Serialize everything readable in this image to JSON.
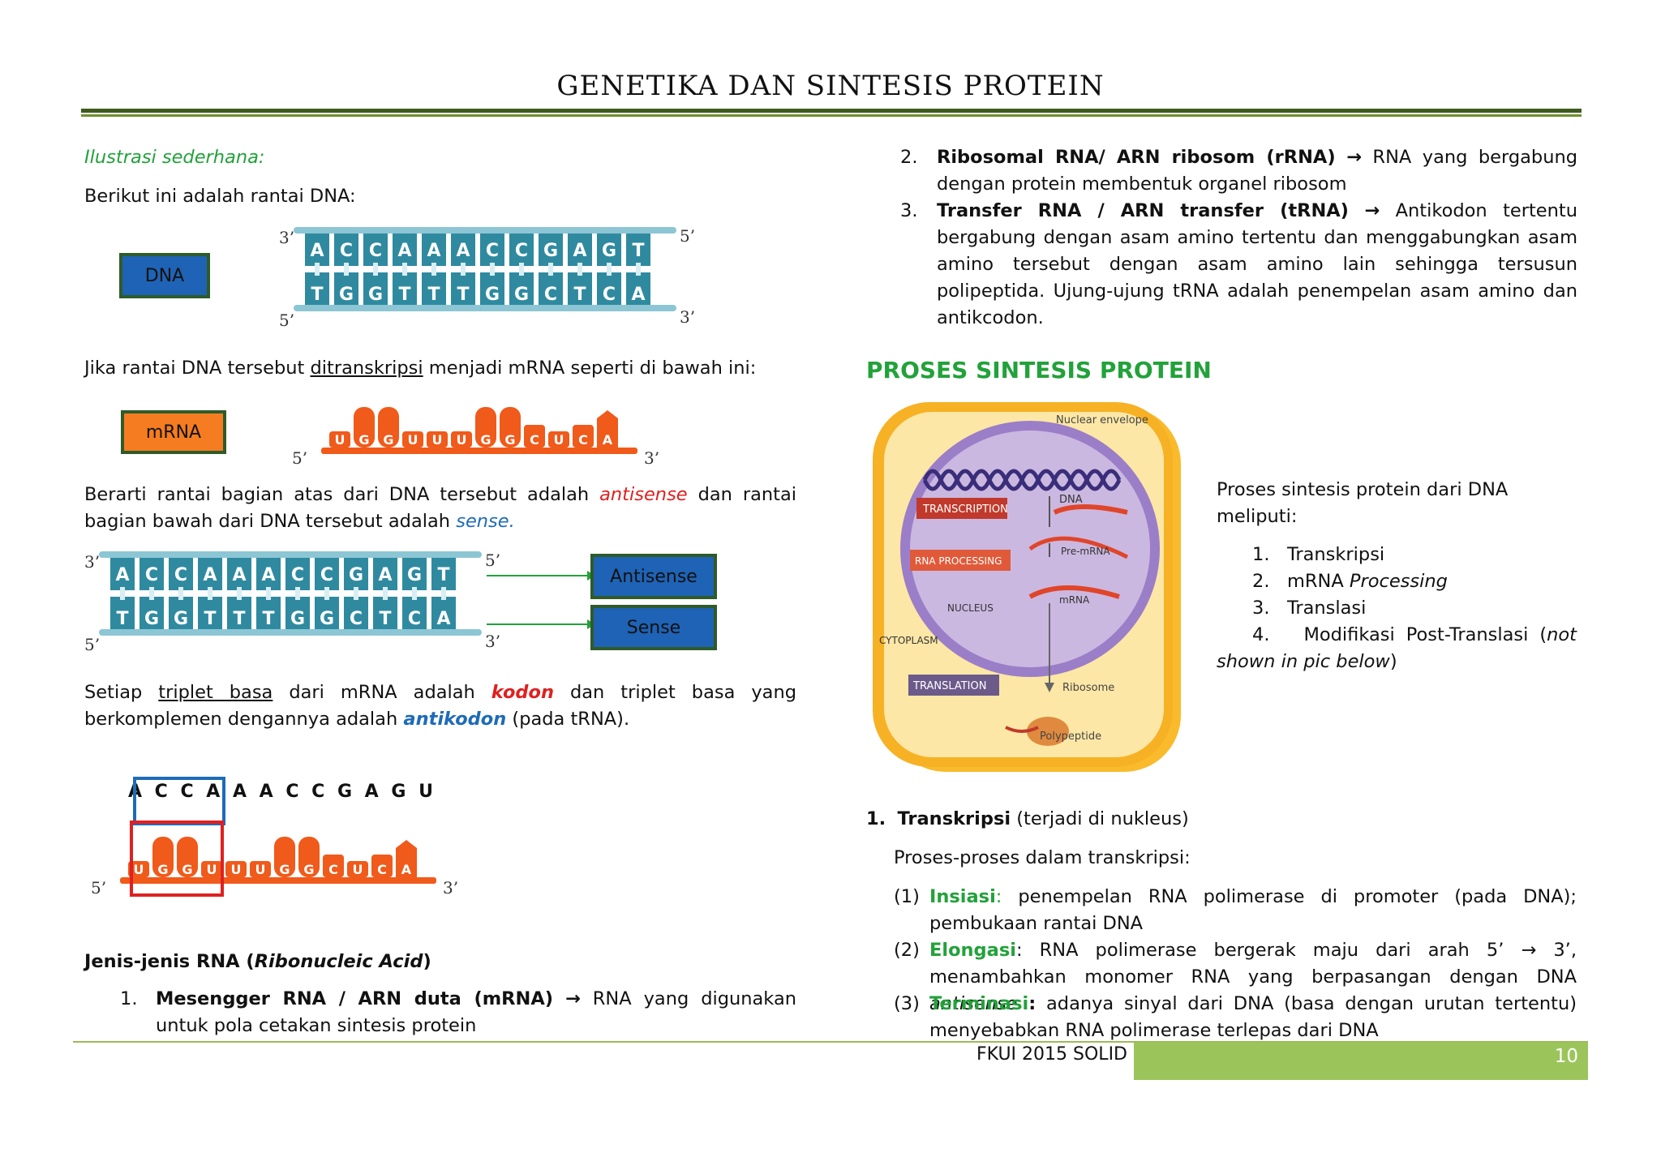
{
  "header": {
    "title": "GENETIKA DAN SINTESIS PROTEIN"
  },
  "left": {
    "ilustrasi": "Ilustrasi sederhana",
    "ilustrasi_colon": ":",
    "berikut": "Berikut ini adalah rantai DNA:",
    "dna_label": "DNA",
    "dna_top": [
      "A",
      "C",
      "C",
      "A",
      "A",
      "A",
      "C",
      "C",
      "G",
      "A",
      "G",
      "T"
    ],
    "dna_bottom": [
      "T",
      "G",
      "G",
      "T",
      "T",
      "T",
      "G",
      "G",
      "C",
      "T",
      "C",
      "A"
    ],
    "end3": "3’",
    "end5": "5’",
    "jika_pre": "Jika rantai DNA tersebut ",
    "jika_u": "ditranskripsi",
    "jika_post": " menjadi mRNA seperti di bawah ini:",
    "mrna_label": "mRNA",
    "mrna_bases": [
      "U",
      "G",
      "G",
      "U",
      "U",
      "U",
      "G",
      "G",
      "C",
      "U",
      "C",
      "A"
    ],
    "berarti_1": "Berarti rantai bagian atas dari DNA tersebut adalah ",
    "antisense_word": "antisense",
    "berarti_2": " dan rantai bagian bawah dari DNA tersebut adalah ",
    "sense_word": "sense.",
    "antisense_label": "Antisense",
    "sense_label": "Sense",
    "setiap_1": "Setiap ",
    "triplet_basa": "triplet basa",
    "setiap_2": " dari mRNA adalah ",
    "kodon": "kodon",
    "setiap_3": " dan triplet basa yang berkomplemen dengannya adalah ",
    "antikodon": "antikodon",
    "setiap_4": " (pada tRNA).",
    "anticodon_seq": "A C C A A A C C G A G U",
    "jenis_1": "Jenis-jenis RNA (",
    "jenis_it": "Ribonucleic Acid",
    "jenis_2": ")",
    "item1_num": "1.",
    "item1_bold": "Mesengger RNA / ARN duta (mRNA)",
    "item1_text": " RNA yang digunakan untuk pola cetakan sintesis protein"
  },
  "right": {
    "item2_num": "2.",
    "item2_bold": "Ribosomal RNA/ ARN ribosom (rRNA)",
    "item2_text": " RNA yang bergabung dengan protein membentuk organel ribosom",
    "item3_num": "3.",
    "item3_bold": "Transfer RNA / ARN transfer (tRNA)",
    "item3_text": " Antikodon tertentu bergabung dengan asam amino tertentu dan menggabungkan asam amino tersebut dengan asam amino lain sehingga tersusun polipeptida. Ujung-ujung tRNA adalah penempelan asam amino dan antikcodon.",
    "section_heading": "PROSES SINTESIS PROTEIN",
    "diagram": {
      "nuclear_envelope": "Nuclear envelope",
      "transcription": "TRANSCRIPTION",
      "dna": "DNA",
      "rna_processing": "RNA PROCESSING",
      "pre_mrna": "Pre-mRNA",
      "nucleus": "NUCLEUS",
      "mrna": "mRNA",
      "cytoplasm": "CYTOPLASM",
      "translation": "TRANSLATION",
      "ribosome": "Ribosome",
      "polypeptide": "Polypeptide"
    },
    "proses_intro": "Proses sintesis protein dari DNA meliputi:",
    "steps": [
      {
        "num": "1.",
        "text": "Transkripsi"
      },
      {
        "num": "2.",
        "text": "mRNA ",
        "it": "Processing"
      },
      {
        "num": "3.",
        "text": "Translasi"
      },
      {
        "num": "4.",
        "text": "Modifikasi Post-Translasi (",
        "it": "not shown in pic below",
        "post": ")"
      }
    ],
    "transkripsi_num": "1.",
    "transkripsi_bold": "Transkripsi",
    "transkripsi_rest": " (terjadi di nukleus)",
    "proses_dalam": "Proses-proses dalam transkripsi:",
    "sub1_num": "(1)",
    "sub1_key": "Insiasi",
    "sub1_colon": ":",
    "sub1_text": " penempelan RNA polimerase di promoter (pada DNA); pembukaan rantai DNA",
    "sub2_num": "(2)",
    "sub2_key": "Elongasi",
    "sub2_colon": ":",
    "sub2_text": " RNA polimerase bergerak maju dari arah 5’ → 3’, menambahkan monomer RNA yang berpasangan dengan DNA ",
    "sub2_it": "antisense",
    "sub3_num": "(3)",
    "sub3_key": "Terminasi",
    "sub3_colon": ":",
    "sub3_text": " adanya sinyal dari DNA (basa dengan urutan tertentu) menyebabkan RNA polimerase terlepas dari DNA"
  },
  "footer": {
    "label": "FKUI 2015 SOLID",
    "page": "10"
  },
  "colors": {
    "green_text": "#22a23a",
    "red_text": "#e02020",
    "blue_text": "#1e6bb8",
    "dna_teal": "#2f8aa0",
    "mrna_orange": "#f05a1a",
    "footer_green": "#9bc55a"
  },
  "arrow_symbol": "→"
}
